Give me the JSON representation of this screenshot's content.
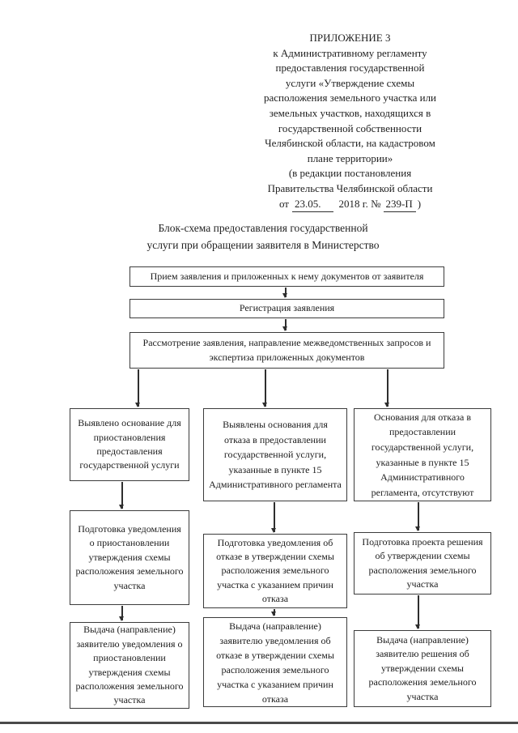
{
  "header": {
    "lines": [
      "ПРИЛОЖЕНИЕ 3",
      "к Административному регламенту",
      "предоставления государственной",
      "услуги «Утверждение схемы",
      "расположения земельного участка или",
      "земельных участков, находящихся в",
      "государственной собственности",
      "Челябинской области,  на кадастровом",
      "плане территории»",
      "(в редакции постановления",
      "Правительства Челябинской области"
    ],
    "date_line": {
      "prefix": "от",
      "date": "23.05.",
      "middle": "2018 г. №",
      "number": "239-П",
      "suffix": ")"
    }
  },
  "subtitle": {
    "line1": "Блок-схема предоставления государственной",
    "line2": "услуги при обращении заявителя в Министерство"
  },
  "flow": {
    "top1": "Прием заявления и приложенных к нему документов от заявителя",
    "top2": "Регистрация заявления",
    "top3": "Рассмотрение заявления, направление межведомственных запросов и экспертиза приложенных документов",
    "a1": "Выявлено основание для приостановления предоставления государственной услуги",
    "a2": "Подготовка уведомления о приостановлении утверждения схемы расположения земельного участка",
    "a3": "Выдача (направление) заявителю уведомления о приостановлении утверждения схемы расположения земельного участка",
    "b1": "Выявлены основания для отказа в предоставлении государственной услуги, указанные в пункте 15 Административного регламента",
    "b2": "Подготовка уведомления об отказе в утверждении схемы расположения земельного участка с указанием причин отказа",
    "b3": "Выдача (направление) заявителю уведомления об отказе в утверждении схемы расположения земельного участка с указанием причин отказа",
    "c1": "Основания для отказа в предоставлении государственной услуги, указанные в пункте 15 Административного регламента, отсутствуют",
    "c2": "Подготовка проекта решения об утверждении схемы расположения земельного участка",
    "c3": "Выдача (направление) заявителю решения об утверждении схемы расположения земельного участка"
  }
}
